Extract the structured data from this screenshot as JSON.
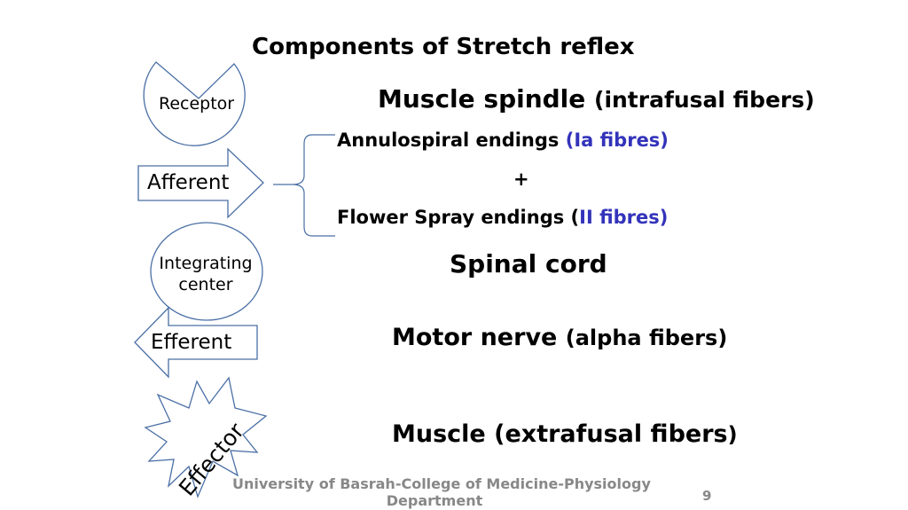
{
  "slide": {
    "title": "Components of Stretch reflex",
    "footer": {
      "line1": "University of Basrah-College of Medicine-Physiology",
      "line2": "Department",
      "page_number": "9"
    }
  },
  "shapes": {
    "receptor": "Receptor",
    "afferent": "Afferent",
    "integrating_line1": "Integrating",
    "integrating_line2": "center",
    "efferent": "Efferent",
    "effector": "Effector"
  },
  "details": {
    "receptor": {
      "main": "Muscle spindle ",
      "paren": "(intrafusal fibers)"
    },
    "afferent": {
      "annulospiral_main": "Annulospiral endings  ",
      "annulospiral_type": "(Ia fibres)",
      "plus": "+",
      "flower_main": "Flower Spray endings (",
      "flower_type": "II fibres)"
    },
    "integrating": "Spinal cord",
    "efferent": {
      "main": "Motor nerve ",
      "paren": "(alpha fibers)"
    },
    "effector": {
      "main": "Muscle (extrafusal fibers",
      "paren": ")"
    }
  },
  "colors": {
    "shape_stroke": "#4a6fa5",
    "accent_blue": "#3333bb",
    "footer_gray": "#888888"
  }
}
